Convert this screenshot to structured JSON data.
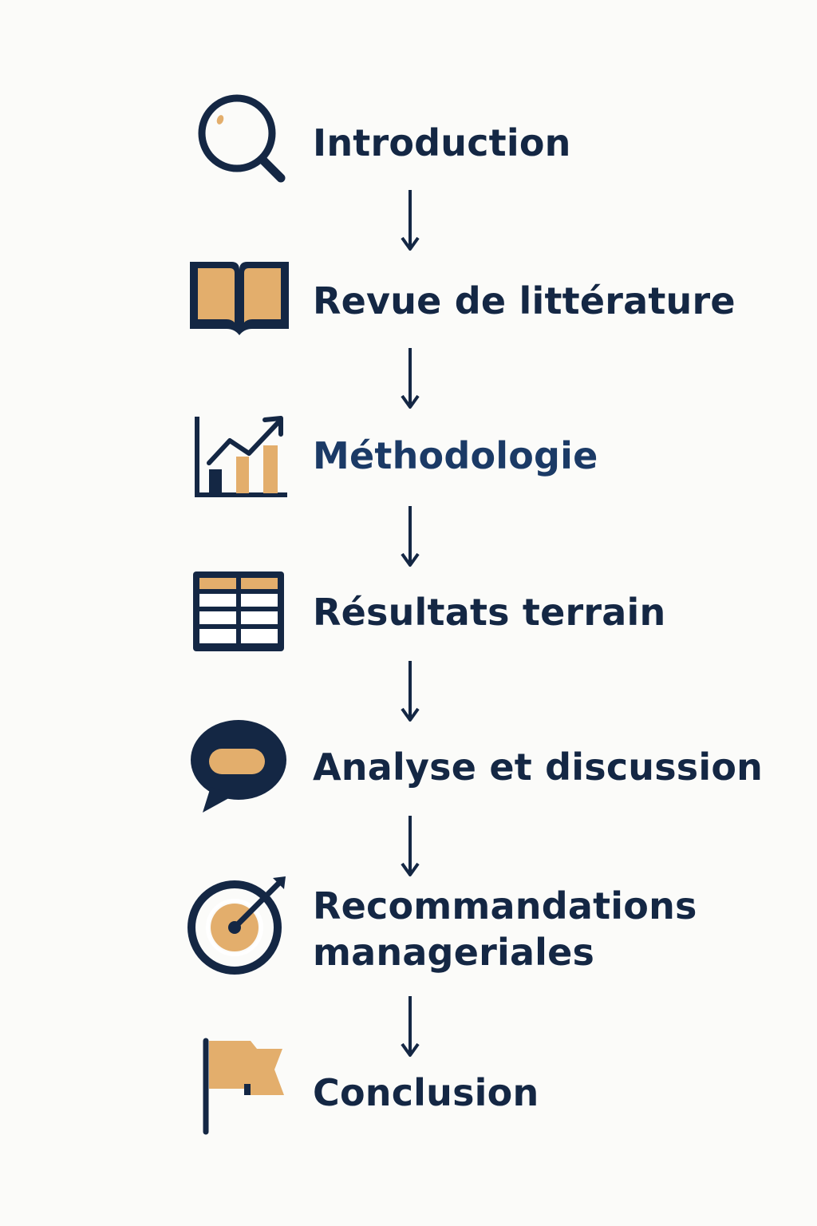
{
  "colors": {
    "navy": "#142744",
    "accent_navy": "#1b3a66",
    "orange": "#e3ae6c",
    "background": "#fbfbf9"
  },
  "steps": [
    {
      "label": "Introduction",
      "icon": "magnifier-icon"
    },
    {
      "label": "Revue de littérature",
      "icon": "open-book-icon"
    },
    {
      "label": "Méthodologie",
      "icon": "growth-chart-icon"
    },
    {
      "label": "Résultats terrain",
      "icon": "table-icon"
    },
    {
      "label": "Analyse et discussion",
      "icon": "speech-bubble-icon"
    },
    {
      "label_line1": "Recommandations",
      "label_line2": "manageriales",
      "icon": "target-icon"
    },
    {
      "label": "Conclusion",
      "icon": "flag-icon"
    }
  ]
}
